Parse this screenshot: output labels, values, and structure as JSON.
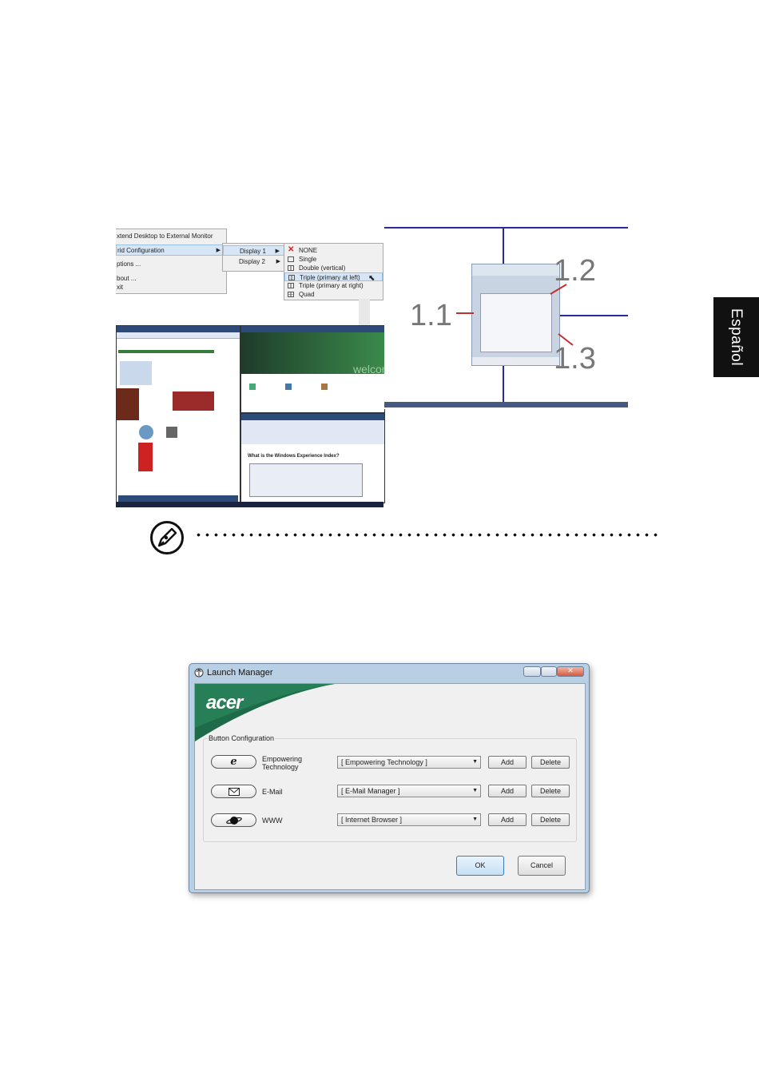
{
  "side_tab": {
    "label": "Español"
  },
  "context_menu": {
    "menu1": [
      "xtend Desktop to External Monitor",
      "rid Configuration",
      "ptions ...",
      "bout ...",
      "xit"
    ],
    "menu2": [
      "Display 1",
      "Display 2"
    ],
    "menu3": [
      "NONE",
      "Single",
      "Double (vertical)",
      "Triple (primary at left)",
      "Triple (primary at right)",
      "Quad"
    ]
  },
  "collage": {
    "headline": "What is the Windows Experience Index?",
    "welcome": "welcome"
  },
  "diagram": {
    "labels": [
      "1.1",
      "1.2",
      "1.3"
    ]
  },
  "dialog": {
    "title": "Launch Manager",
    "logo": "acer",
    "group_label": "Button Configuration",
    "rows": [
      {
        "icon": "e",
        "name": "Empowering\nTechnology",
        "combo": "[ Empowering Technology ]",
        "add": "Add",
        "delete": "Delete"
      },
      {
        "icon": "mail",
        "name": "E-Mail",
        "combo": "[ E-Mail Manager ]",
        "add": "Add",
        "delete": "Delete"
      },
      {
        "icon": "globe",
        "name": "WWW",
        "combo": "[ Internet Browser ]",
        "add": "Add",
        "delete": "Delete"
      }
    ],
    "ok": "OK",
    "cancel": "Cancel"
  }
}
